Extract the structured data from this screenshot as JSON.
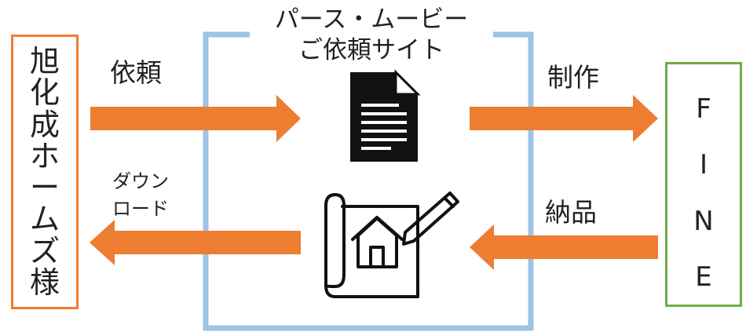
{
  "client": {
    "chars": [
      "旭",
      "化",
      "成",
      "ホ",
      "ー",
      "ム",
      "ズ",
      "様"
    ]
  },
  "vendor": {
    "chars": [
      "F",
      "I",
      "N",
      "E"
    ]
  },
  "site": {
    "title_line1": "パース・ムービー",
    "title_line2": "ご依頼サイト"
  },
  "flows": {
    "request": "依頼",
    "production": "制作",
    "download_line1": "ダウン",
    "download_line2": "ロード",
    "delivery": "納品"
  },
  "icons": {
    "document": "document-icon",
    "blueprint": "blueprint-house-icon"
  },
  "colors": {
    "arrow": "#ED7D31",
    "client_border": "#ED7D31",
    "vendor_border": "#70AD47",
    "site_border": "#9DC3E6"
  }
}
